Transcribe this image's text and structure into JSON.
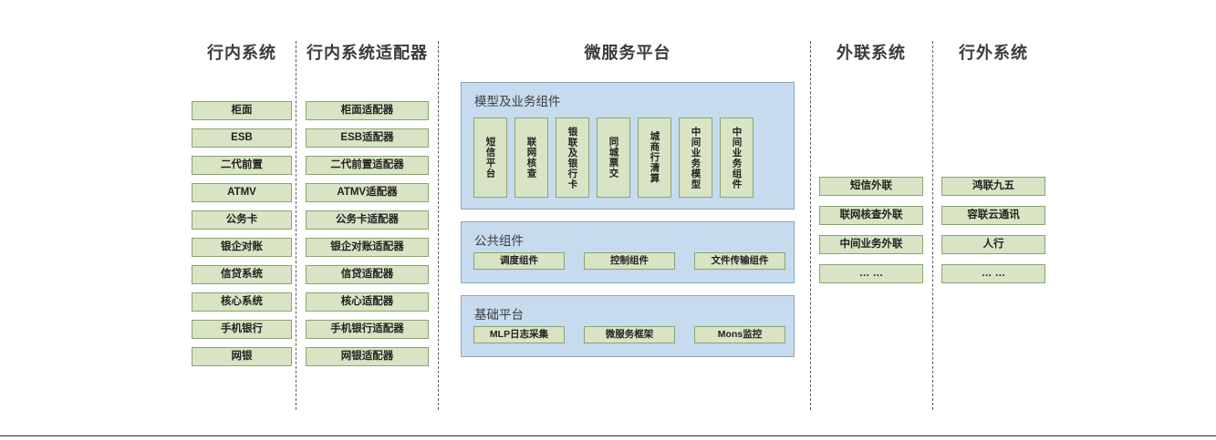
{
  "diagram": {
    "type": "architecture-layer-diagram",
    "columns": [
      {
        "id": "in-bank-systems",
        "title": "行内系统",
        "items": [
          "柜面",
          "ESB",
          "二代前置",
          "ATMV",
          "公务卡",
          "银企对账",
          "信贷系统",
          "核心系统",
          "手机银行",
          "网银"
        ]
      },
      {
        "id": "in-bank-adapters",
        "title": "行内系统适配器",
        "items": [
          "柜面适配器",
          "ESB适配器",
          "二代前置适配器",
          "ATMV适配器",
          "公务卡适配器",
          "银企对账适配器",
          "信贷适配器",
          "核心适配器",
          "手机银行适配器",
          "网银适配器"
        ]
      },
      {
        "id": "microservice-platform",
        "title": "微服务平台",
        "panels": [
          {
            "id": "model-business-components",
            "title": "模型及业务组件",
            "orientation": "vertical",
            "items": [
              "短信平台",
              "联网核查",
              "银联及银行卡",
              "同城票交",
              "城商行清算",
              "中间业务模型",
              "中间业务组件"
            ]
          },
          {
            "id": "common-components",
            "title": "公共组件",
            "orientation": "horizontal",
            "items": [
              "调度组件",
              "控制组件",
              "文件传输组件"
            ]
          },
          {
            "id": "base-platform",
            "title": "基础平台",
            "orientation": "horizontal",
            "items": [
              "MLP日志采集",
              "微服务框架",
              "Mons监控"
            ]
          }
        ]
      },
      {
        "id": "external-link-systems",
        "title": "外联系统",
        "items": [
          "短信外联",
          "联网核查外联",
          "中间业务外联",
          "… …"
        ]
      },
      {
        "id": "out-of-bank-systems",
        "title": "行外系统",
        "items": [
          "鸿联九五",
          "容联云通讯",
          "人行",
          "… …"
        ]
      }
    ],
    "colors": {
      "green_fill": "#d8e4c3",
      "green_border": "#8aa374",
      "blue_fill": "#c7dbee",
      "blue_border": "#8fa4b5",
      "title_text": "#3b3b3b",
      "divider": "#5a5a5a"
    }
  }
}
